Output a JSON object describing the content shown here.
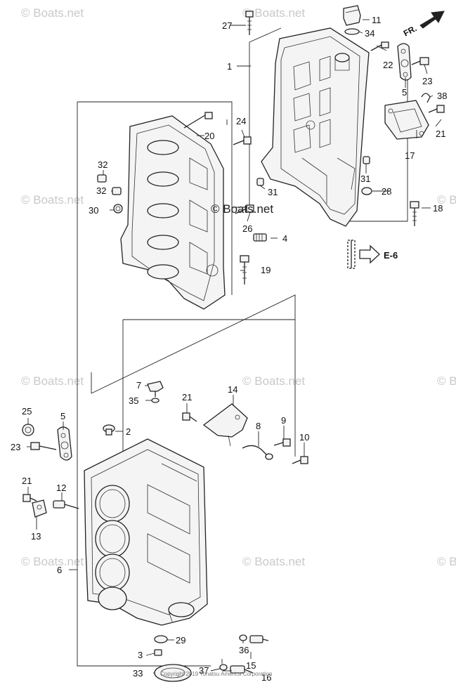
{
  "watermarks": [
    "© Boats.net",
    "© Boats.net",
    "© Boats.net",
    "© Boats.net",
    "© Boats.net",
    "© Boats.net",
    "© Boats.net",
    "© Boats.net",
    "© Boats.net",
    "© Boats.net"
  ],
  "center_watermark": "© Boats.net",
  "front_arrow_label": "FR.",
  "reference_label": "E-6",
  "copyright": "Copyright 2019 Tohatsu America Corporation",
  "callouts": {
    "c1": "1",
    "c2": "2",
    "c3": "3",
    "c4": "4",
    "c5a": "5",
    "c5b": "5",
    "c6": "6",
    "c7": "7",
    "c8": "8",
    "c9": "9",
    "c10": "10",
    "c11": "11",
    "c12": "12",
    "c13": "13",
    "c14": "14",
    "c15": "15",
    "c16": "16",
    "c17": "17",
    "c18": "18",
    "c19": "19",
    "c20": "20",
    "c21a": "21",
    "c21b": "21",
    "c21c": "21",
    "c22": "22",
    "c23a": "23",
    "c23b": "23",
    "c24": "24",
    "c25": "25",
    "c26": "26",
    "c27": "27",
    "c28": "28",
    "c29": "29",
    "c30": "30",
    "c31a": "31",
    "c31b": "31",
    "c32a": "32",
    "c32b": "32",
    "c33": "33",
    "c34": "34",
    "c35": "35",
    "c36": "36",
    "c37": "37",
    "c38": "38"
  }
}
